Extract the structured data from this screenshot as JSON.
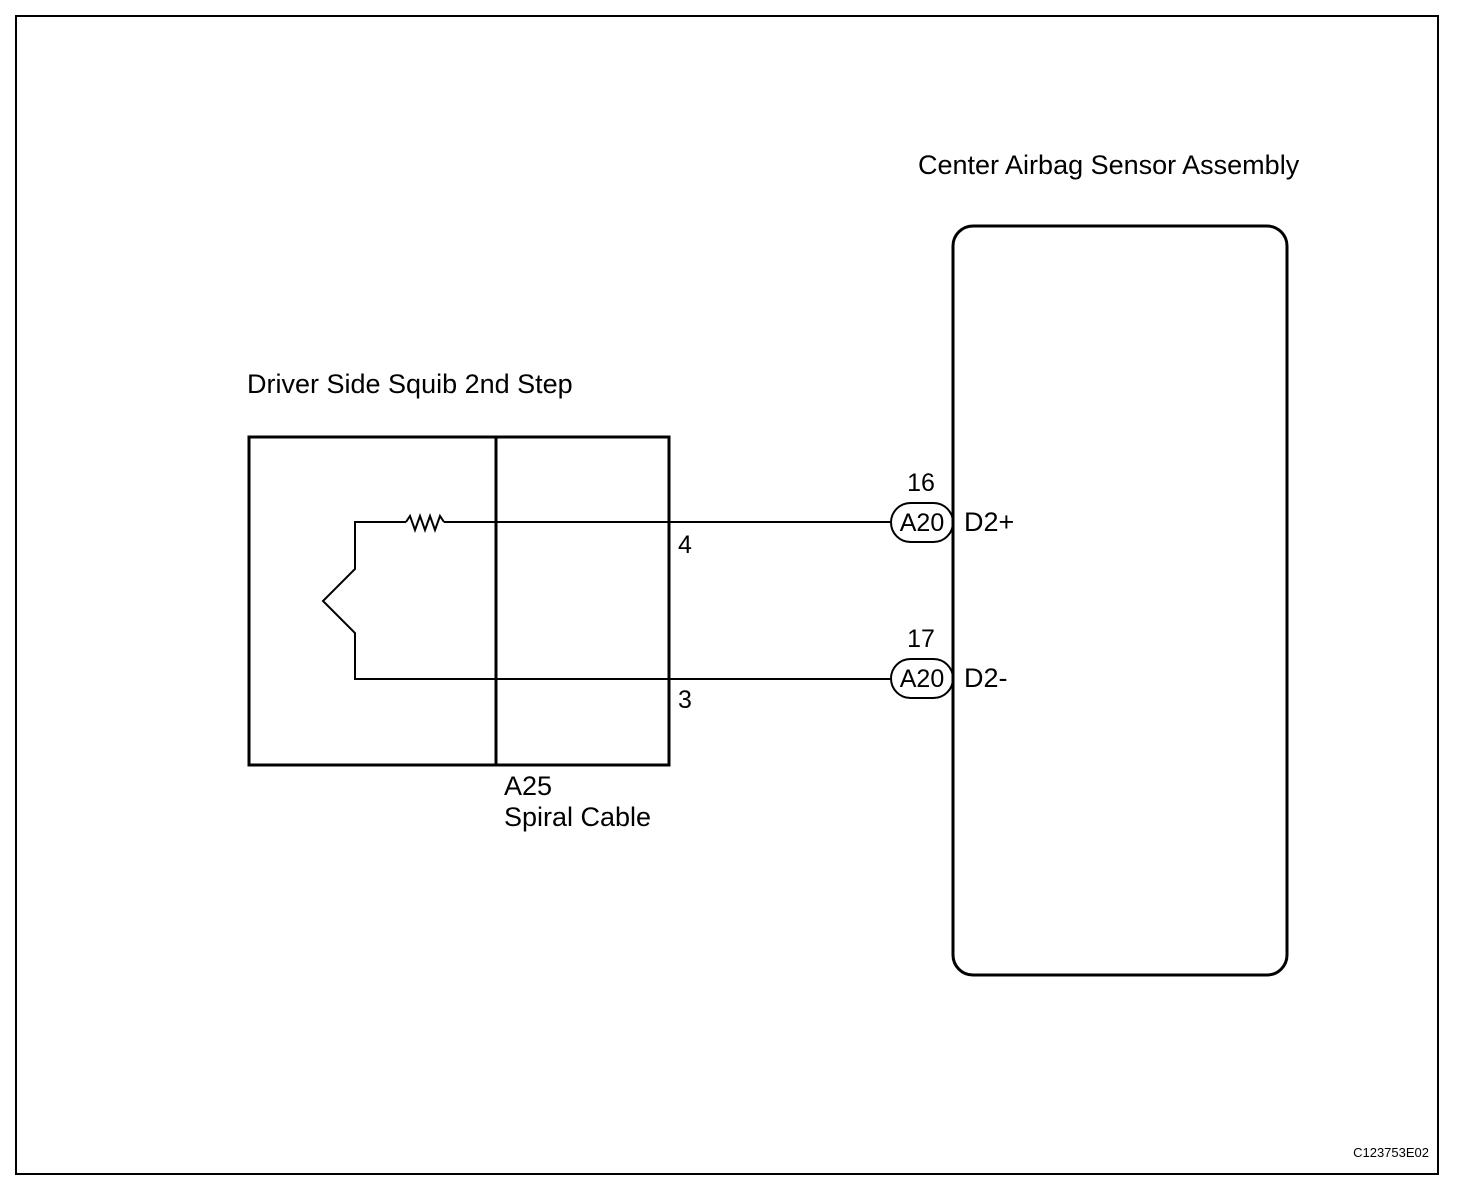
{
  "sensor": {
    "title": "Center Airbag Sensor Assembly"
  },
  "squib": {
    "title": "Driver Side Squib 2nd Step"
  },
  "spiral_cable": {
    "connector": "A25",
    "name": "Spiral Cable",
    "pin_upper": "4",
    "pin_lower": "3"
  },
  "terminals": [
    {
      "connector": "A20",
      "pin": "16",
      "signal": "D2+"
    },
    {
      "connector": "A20",
      "pin": "17",
      "signal": "D2-"
    }
  ],
  "figure_code": "C123753E02"
}
